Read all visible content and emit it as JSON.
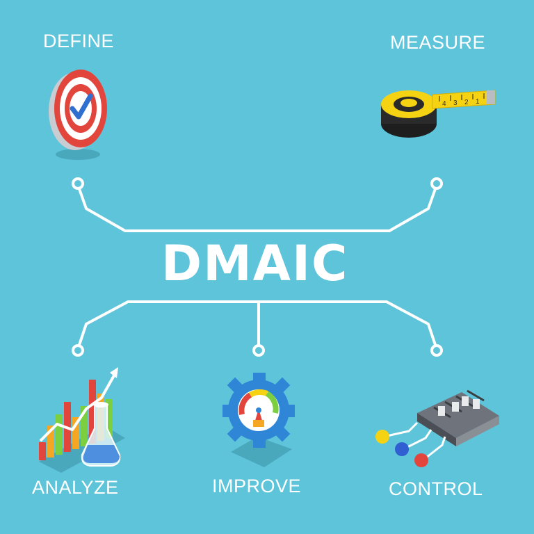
{
  "title": "DMAIC",
  "steps": {
    "define": "DEFINE",
    "measure": "MEASURE",
    "analyze": "ANALYZE",
    "improve": "IMPROVE",
    "control": "CONTROL"
  },
  "colors": {
    "background": "#5ec4da",
    "lines": "#ffffff",
    "target_red": "#e2453c",
    "tape_yellow": "#f5d313",
    "gear_blue": "#2f86d6"
  },
  "icons": {
    "define": "target-check-icon",
    "measure": "tape-measure-icon",
    "analyze": "bar-chart-flask-icon",
    "improve": "gear-gauge-icon",
    "control": "mixer-control-panel-icon"
  },
  "tape_marks": [
    "4",
    "3",
    "2",
    "1"
  ]
}
